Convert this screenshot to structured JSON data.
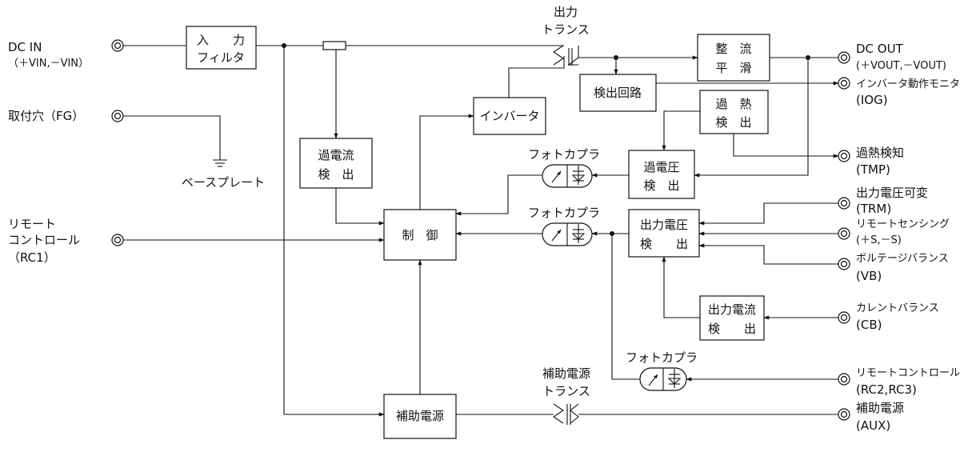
{
  "colors": {
    "line": "#111111",
    "background": "#ffffff"
  },
  "blocks": {
    "input_filter": [
      "入　　力",
      "フィルタ"
    ],
    "overcurrent_detect": [
      "過電流",
      "検　出"
    ],
    "control": [
      "制　御"
    ],
    "aux_supply": [
      "補助電源"
    ],
    "inverter": [
      "インバータ"
    ],
    "detect_circuit": [
      "検出回路"
    ],
    "rectify_smooth": [
      "整　流",
      "平　滑"
    ],
    "overheat_detect": [
      "過　熱",
      "検　出"
    ],
    "overvoltage_detect": [
      "過電圧",
      "検　出"
    ],
    "output_voltage_detect": [
      "出力電圧",
      "検　　出"
    ],
    "output_current_detect": [
      "出力電流",
      "検　　出"
    ]
  },
  "labels": {
    "output_transformer": [
      "出力",
      "トランス"
    ],
    "aux_transformer": [
      "補助電源",
      "トランス"
    ],
    "photocoupler": "フォトカプラ",
    "base_plate": "ベースプレート"
  },
  "terminals": {
    "dc_in": [
      "DC IN",
      "（＋VIN,－VIN）"
    ],
    "fg": [
      "取付穴（FG）"
    ],
    "rc1": [
      "リモート",
      "コントロール",
      "（RC1）"
    ],
    "dc_out": [
      "DC OUT",
      "(＋VOUT,－VOUT)"
    ],
    "iog": [
      "インバータ動作モニタ",
      "(IOG)"
    ],
    "tmp": [
      "過熱検知",
      "(TMP)"
    ],
    "trm": [
      "出力電圧可変",
      "(TRM)"
    ],
    "sense": [
      "リモートセンシング",
      "(＋S,－S)"
    ],
    "vb": [
      "ボルテージバランス",
      "(VB)"
    ],
    "cb": [
      "カレントバランス",
      "(CB)"
    ],
    "rc23": [
      "リモートコントロール",
      "(RC2,RC3)"
    ],
    "aux": [
      "補助電源",
      "(AUX)"
    ]
  }
}
